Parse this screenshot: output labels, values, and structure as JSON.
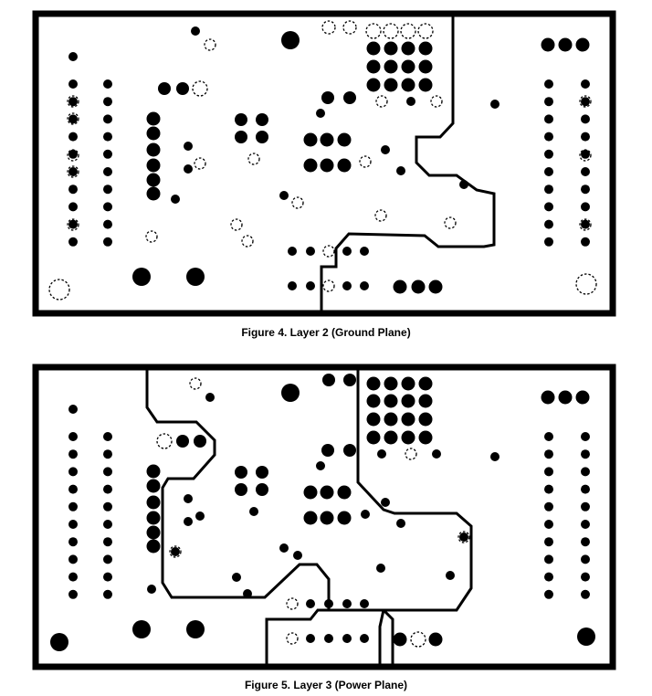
{
  "figures": [
    {
      "id": "layer2",
      "caption": "Figure 4. Layer 2 (Ground Plane)",
      "plane": "ground"
    },
    {
      "id": "layer3",
      "caption": "Figure 5. Layer 3 (Power Plane)",
      "plane": "power"
    }
  ],
  "colors": {
    "copper": "#000000",
    "background": "#ffffff",
    "caption": "#000000"
  }
}
